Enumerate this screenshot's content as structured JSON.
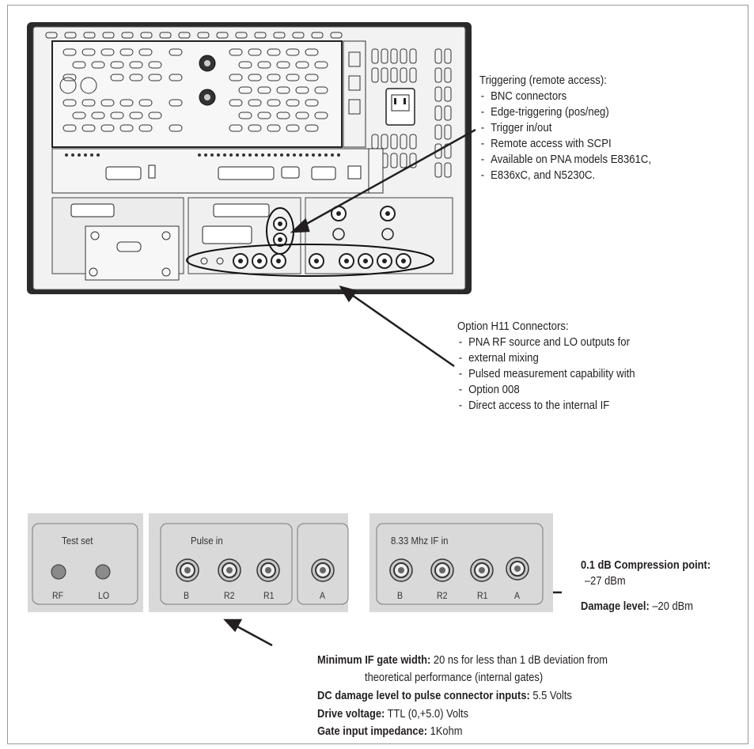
{
  "trigger_note": {
    "heading": "Triggering (remote access):",
    "items": [
      "BNC connectors",
      "Edge-triggering (pos/neg)",
      "Trigger in/out",
      "Remote access with SCPI",
      "Available on PNA models E8361C,",
      "E836xC, and N5230C."
    ]
  },
  "h11_note": {
    "heading": "Option H11 Connectors:",
    "items": [
      "PNA RF source and LO outputs for",
      "external mixing",
      "Pulsed measurement capability with",
      "Option 008",
      "Direct access to the internal IF"
    ]
  },
  "panels": {
    "test_set": {
      "title": "Test set",
      "ports": [
        "RF",
        "LO"
      ]
    },
    "pulse_in": {
      "title": "Pulse in",
      "ports": [
        "B",
        "R2",
        "R1"
      ]
    },
    "a_port": {
      "ports": [
        "A"
      ]
    },
    "if_in": {
      "title": "8.33 Mhz IF in",
      "ports": [
        "B",
        "R2",
        "R1",
        "A"
      ]
    }
  },
  "compression": {
    "label": "0.1 dB Compression point:",
    "value": "–27 dBm",
    "damage_label": "Damage level:",
    "damage_value": " –20 dBm"
  },
  "specs": {
    "gate_width_label": "Minimum IF gate width:",
    "gate_width_value": " 20 ns for less than 1 dB deviation from",
    "gate_width_cont": "theoretical  performance (internal gates)",
    "dc_damage_label": "DC damage level to pulse connector inputs:",
    "dc_damage_value": "  5.5 Volts",
    "drive_label": "Drive voltage:",
    "drive_value": " TTL (0,+5.0) Volts",
    "impedance_label": "Gate input impedance:",
    "impedance_value": " 1Kohm"
  },
  "colors": {
    "panel_bg": "#d9d9d9",
    "line": "#231f20"
  }
}
